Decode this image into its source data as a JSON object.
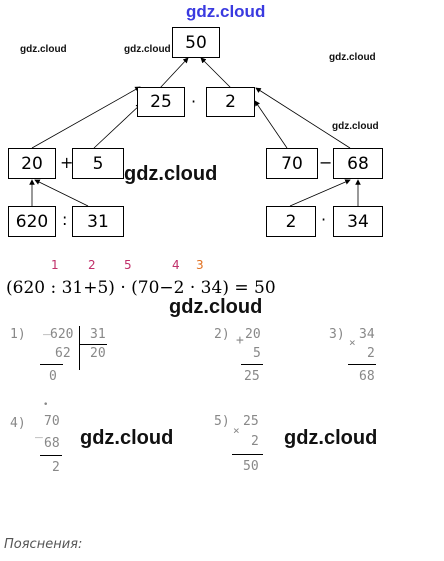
{
  "watermarks": {
    "top": "gdz.cloud",
    "small1": "gdz.cloud",
    "small2": "gdz.cloud",
    "small3": "gdz.cloud",
    "small4": "gdz.cloud",
    "large1": "gdz.cloud",
    "large2": "gdz.cloud",
    "large3": "gdz.cloud",
    "large4": "gdz.cloud"
  },
  "tree": {
    "root": "50",
    "mid_left": "25",
    "mid_op": "·",
    "mid_right": "2",
    "l_left": "20",
    "l_op": "+",
    "l_right": "5",
    "r_left": "70",
    "r_op": "−",
    "r_right": "68",
    "bl_left": "620",
    "bl_op": ":",
    "bl_right": "31",
    "br_left": "2",
    "br_op": "·",
    "br_right": "34"
  },
  "order": {
    "n1": "1",
    "n2": "2",
    "n3": "5",
    "n4": "4",
    "n5": "3",
    "c1": "#c0306a",
    "c2": "#c0306a",
    "c3": "#c0306a",
    "c4": "#c0306a",
    "c5": "#e07020"
  },
  "expression": "(620 : 31+5) · (70−2 · 34) = 50",
  "calc": {
    "c1_label": "1)",
    "c1_sign": "_",
    "c1_dividend": "620",
    "c1_divisor": "31",
    "c1_sub": "62",
    "c1_quotient": "20",
    "c1_rem": "0",
    "c2_label": "2)",
    "c2_sign": "+",
    "c2_a": "20",
    "c2_b": "5",
    "c2_r": "25",
    "c3_label": "3)",
    "c3_sign": "×",
    "c3_a": "34",
    "c3_b": "2",
    "c3_r": "68",
    "c4_label": "4)",
    "c4_dot": "•",
    "c4_sign": "_",
    "c4_a": "70",
    "c4_b": "68",
    "c4_r": "2",
    "c5_label": "5)",
    "c5_sign": "×",
    "c5_a": "25",
    "c5_b": "2",
    "c5_r": "50"
  },
  "footer": {
    "explanations": "Пояснения:"
  }
}
